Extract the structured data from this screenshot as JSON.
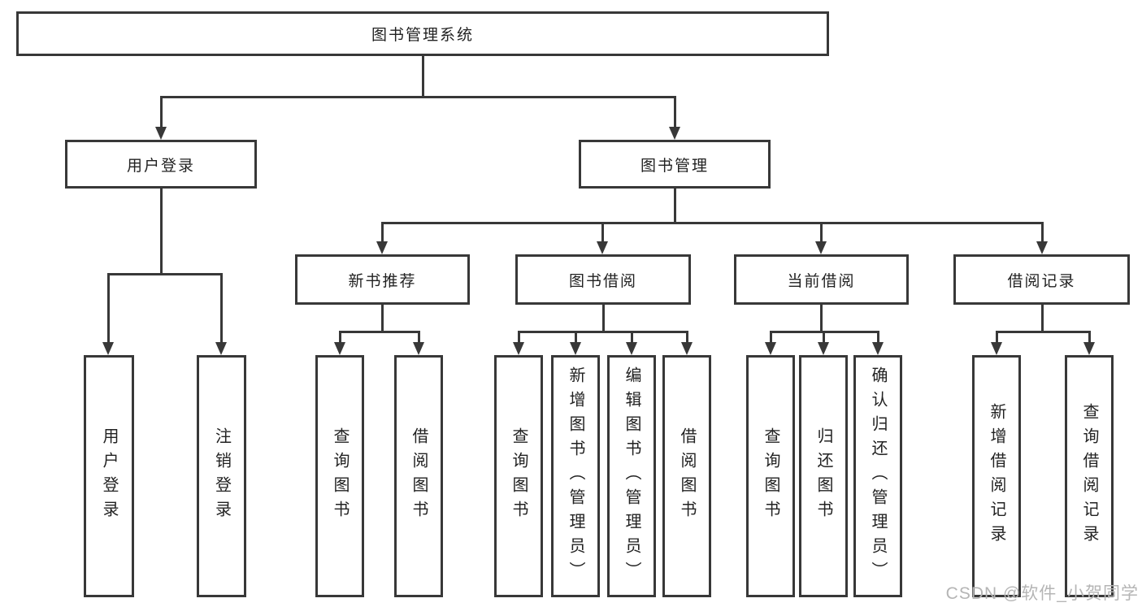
{
  "colors": {
    "line": "#383838",
    "text": "#222222",
    "watermark": "#b5b5b5",
    "background": "#ffffff"
  },
  "watermark": {
    "text": "CSDN @软件_小贺同学"
  },
  "tree": {
    "root": {
      "label": "图书管理系统",
      "children": [
        {
          "label": "用户登录",
          "children": [
            {
              "label": "用户登录"
            },
            {
              "label": "注销登录"
            }
          ]
        },
        {
          "label": "图书管理",
          "children": [
            {
              "label": "新书推荐",
              "children": [
                {
                  "label": "查询图书"
                },
                {
                  "label": "借阅图书"
                }
              ]
            },
            {
              "label": "图书借阅",
              "children": [
                {
                  "label": "查询图书"
                },
                {
                  "label": "新增图书（管理员）"
                },
                {
                  "label": "编辑图书（管理员）"
                },
                {
                  "label": "借阅图书"
                }
              ]
            },
            {
              "label": "当前借阅",
              "children": [
                {
                  "label": "查询图书"
                },
                {
                  "label": "归还图书"
                },
                {
                  "label": "确认归还（管理员）"
                }
              ]
            },
            {
              "label": "借阅记录",
              "children": [
                {
                  "label": "新增借阅记录"
                },
                {
                  "label": "查询借阅记录"
                }
              ]
            }
          ]
        }
      ]
    }
  }
}
